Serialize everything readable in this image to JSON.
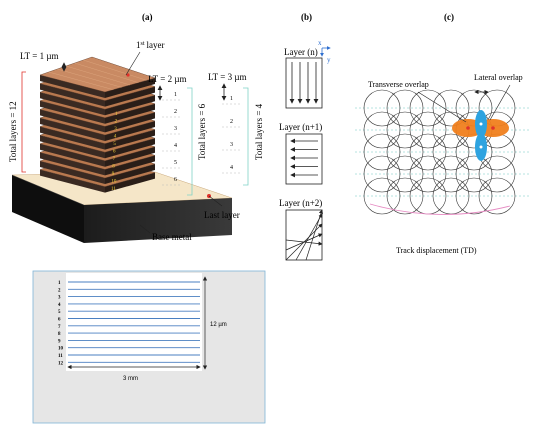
{
  "panels": {
    "a": {
      "label": "(a)",
      "lt1": "LT = 1 µm",
      "first_layer": "1",
      "first_layer_sup": "st",
      "first_layer_word": "layer",
      "lt2": "LT = 2 µm",
      "lt3": "LT = 3 µm",
      "total12": "Total layers = 12",
      "total6": "Total layers = 6",
      "total4": "Total layers = 4",
      "col1_nums": [
        "1",
        "2",
        "3",
        "4",
        "5",
        "6",
        "7",
        "8",
        "9",
        "10",
        "11"
      ],
      "col2_nums": [
        "1",
        "2",
        "3",
        "4",
        "5",
        "6"
      ],
      "col3_nums": [
        "1",
        "2",
        "3",
        "4"
      ],
      "last_layer": "Last layer",
      "base_metal": "Base metal"
    },
    "b": {
      "label": "(b)",
      "layer_n": "Layer (n)",
      "layer_n1": "Layer (n+1)",
      "layer_n2": "Layer (n+2)",
      "axis_x": "x",
      "axis_y": "y"
    },
    "c": {
      "label": "(c)",
      "transverse": "Transverse overlap",
      "lateral": "Lateral overlap",
      "track": "Track displacement (TD)"
    },
    "bottom": {
      "rows": [
        "1",
        "2",
        "3",
        "4",
        "5",
        "6",
        "7",
        "8",
        "9",
        "10",
        "11",
        "12"
      ],
      "thickness": "12 µm",
      "width": "3 mm"
    }
  },
  "colors": {
    "copper": "#c98a63",
    "copper_dark": "#3a2a22",
    "base_top": "#f5e6c8",
    "base_side": "#111111",
    "orange": "#f07f1e",
    "blue": "#2ea3e0",
    "bracket": "#7fd3c6",
    "pink": "#e68ac2",
    "red": "#e0322b"
  }
}
